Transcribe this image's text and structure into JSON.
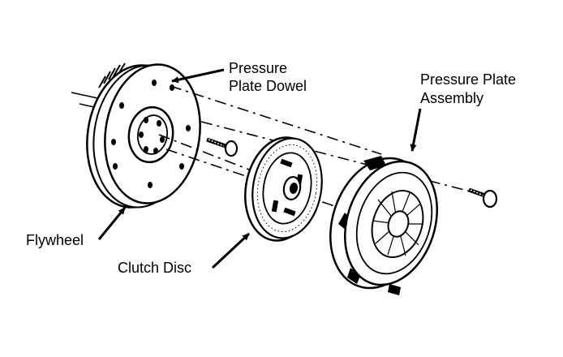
{
  "labels": {
    "pressure_plate_dowel_line1": "Pressure",
    "pressure_plate_dowel_line2": "Plate Dowel",
    "pressure_plate_assembly_line1": "Pressure Plate",
    "pressure_plate_assembly_line2": "Assembly",
    "flywheel": "Flywheel",
    "clutch_disc": "Clutch Disc"
  },
  "colors": {
    "ink": "#000000",
    "paper": "#ffffff"
  }
}
